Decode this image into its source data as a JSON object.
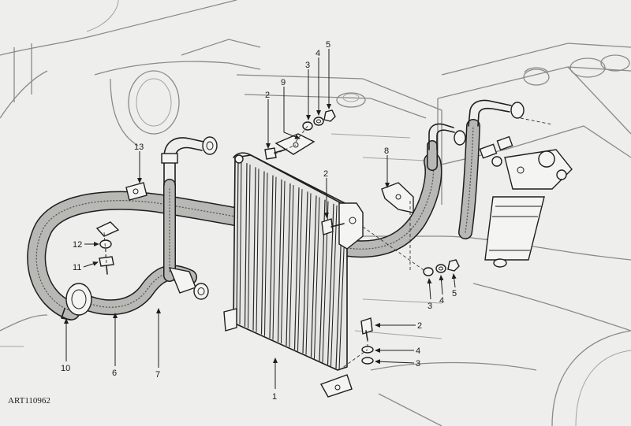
{
  "figure": {
    "reference_code": "ART110962",
    "callouts": [
      {
        "id": "c1",
        "text": "1"
      },
      {
        "id": "c2a",
        "text": "2"
      },
      {
        "id": "c2b",
        "text": "2"
      },
      {
        "id": "c2c",
        "text": "2"
      },
      {
        "id": "c3a",
        "text": "3"
      },
      {
        "id": "c3b",
        "text": "3"
      },
      {
        "id": "c3c",
        "text": "3"
      },
      {
        "id": "c4a",
        "text": "4"
      },
      {
        "id": "c4b",
        "text": "4"
      },
      {
        "id": "c4c",
        "text": "4"
      },
      {
        "id": "c5a",
        "text": "5"
      },
      {
        "id": "c5b",
        "text": "5"
      },
      {
        "id": "c6",
        "text": "6"
      },
      {
        "id": "c7",
        "text": "7"
      },
      {
        "id": "c8",
        "text": "8"
      },
      {
        "id": "c9",
        "text": "9"
      },
      {
        "id": "c10",
        "text": "10"
      },
      {
        "id": "c11",
        "text": "11"
      },
      {
        "id": "c12",
        "text": "12"
      },
      {
        "id": "c13",
        "text": "13"
      }
    ]
  }
}
